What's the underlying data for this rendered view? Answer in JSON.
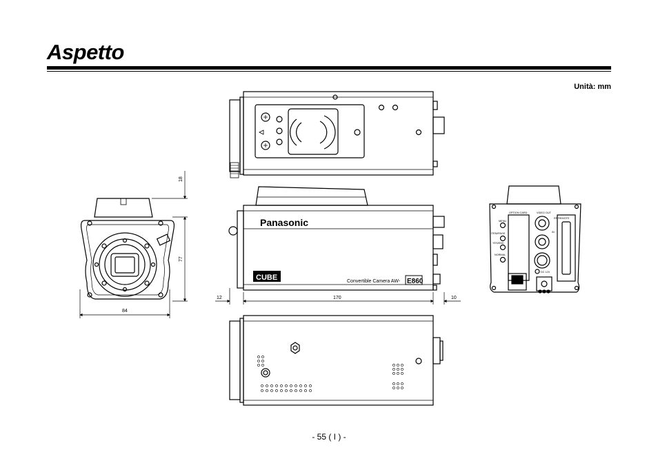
{
  "header": {
    "title": "Aspetto"
  },
  "unit_label": "Unità: mm",
  "dimensions": {
    "height_top": "18",
    "height_body": "77",
    "width_front": "84",
    "length_front_protrusion": "12",
    "length_body": "170",
    "length_rear_protrusion": "10"
  },
  "camera": {
    "brand": "Panasonic",
    "model_label": "Convertible Camera  AW-",
    "model_number": "E860"
  },
  "rear_panel": {
    "option_card": "OPTION CARD",
    "video_out": "VIDEO OUT",
    "rp_remote": "RP REMOTE",
    "menu": "MENU",
    "item_page": "ITEM/PAGE",
    "yes_end": "YES/END",
    "normal": "NORMAL",
    "in": "IN",
    "dc": "DC 12V"
  },
  "footer": {
    "page_number": "- 55 ( I ) -"
  }
}
